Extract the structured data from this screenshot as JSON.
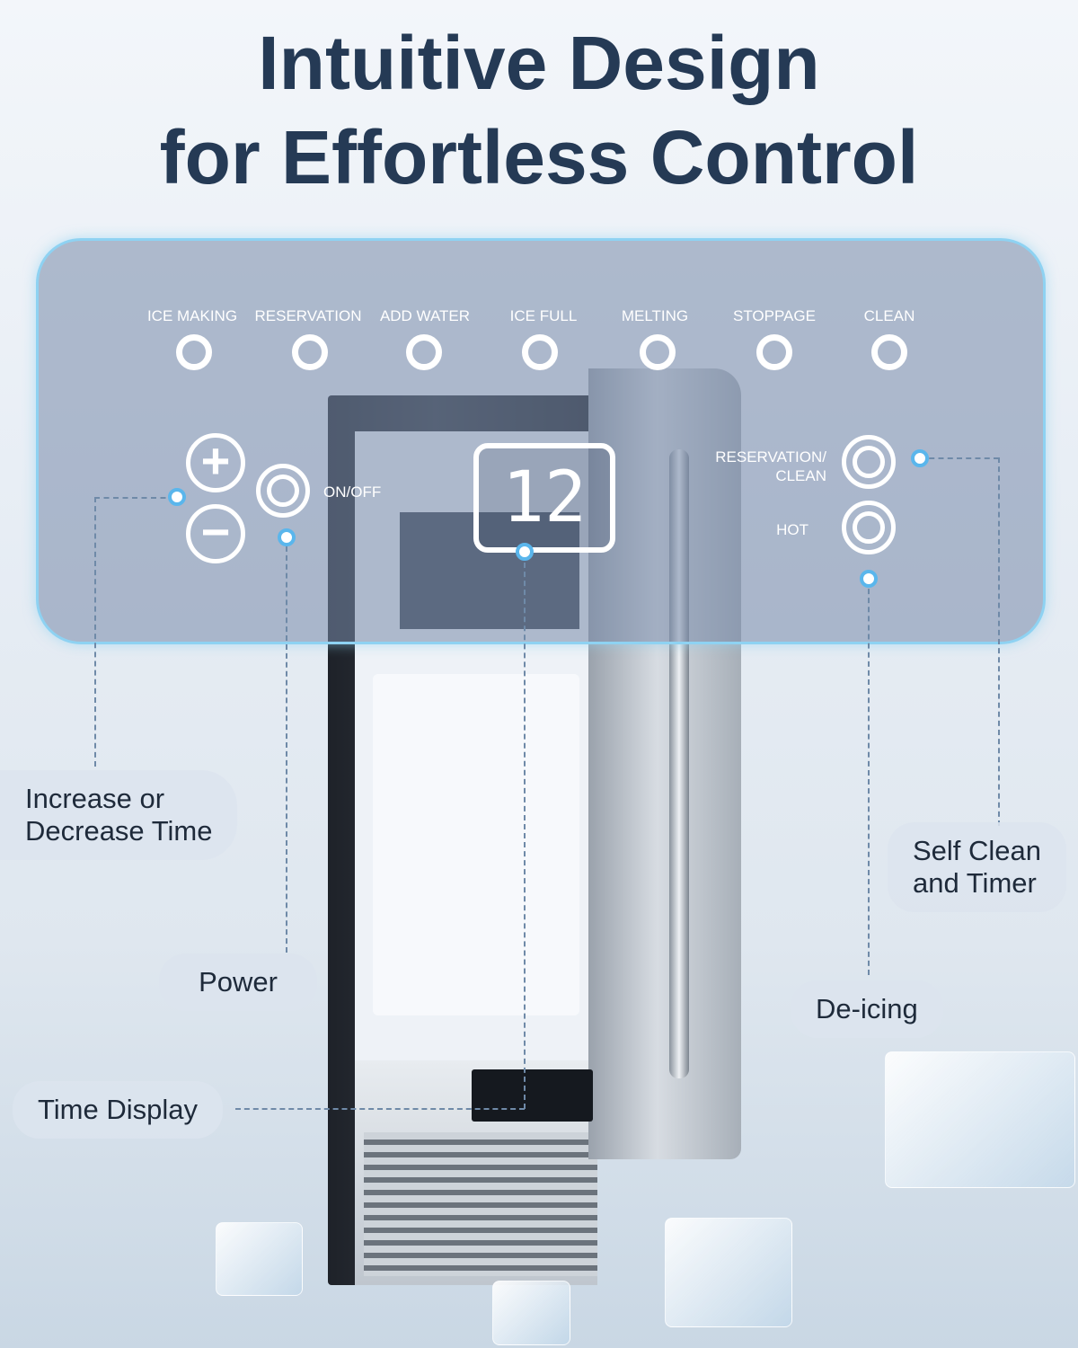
{
  "headline": {
    "line1": "Intuitive Design",
    "line2": "for Effortless Control"
  },
  "panel": {
    "indicators": [
      "ICE MAKING",
      "RESERVATION",
      "ADD WATER",
      "ICE FULL",
      "MELTING",
      "STOPPAGE",
      "CLEAN"
    ],
    "on_off_label": "ON/OFF",
    "plus_symbol": "+",
    "minus_symbol": "−",
    "display_value": "12",
    "reservation_clean_label": "RESERVATION/\nCLEAN",
    "hot_label": "HOT"
  },
  "callouts": {
    "increase_decrease": "Increase or\nDecrease Time",
    "power": "Power",
    "time_display": "Time Display",
    "self_clean": "Self Clean\nand Timer",
    "deicing": "De-icing"
  },
  "colors": {
    "headline": "#253a55",
    "panel_border": "#8ed2f2",
    "dot_accent": "#5ab6ec"
  }
}
